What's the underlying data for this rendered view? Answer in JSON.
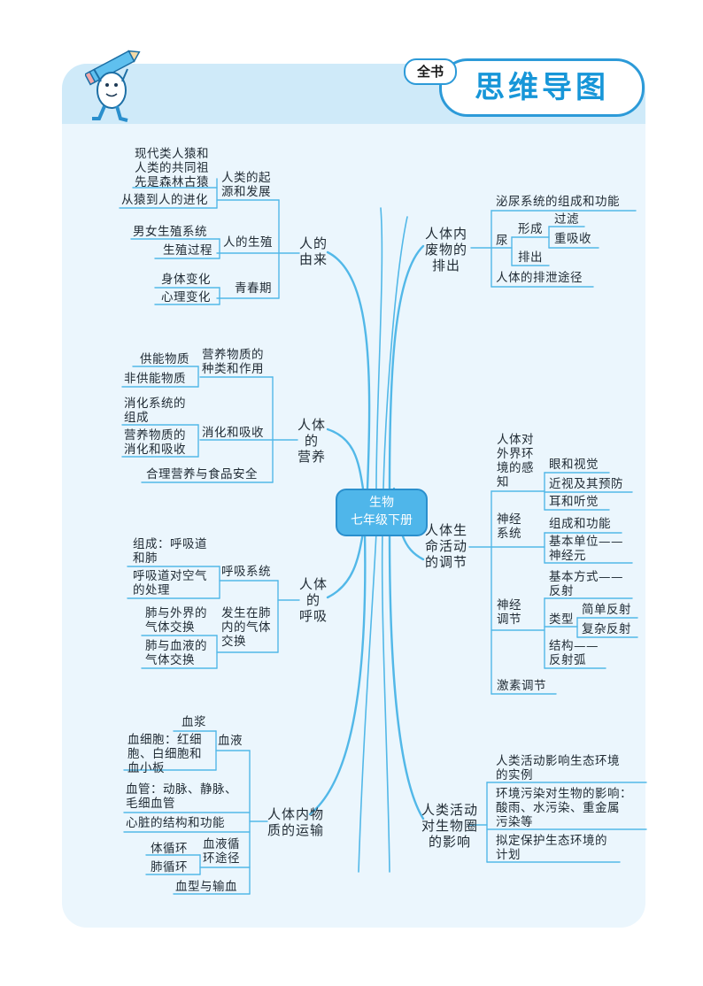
{
  "header": {
    "badge": "全书",
    "title": "思维导图"
  },
  "center": {
    "line1": "生物",
    "line2": "七年级下册"
  },
  "left": {
    "origin": {
      "title": "人的\n由来",
      "b1": "人类的起\n源和发展",
      "b1_l1": "现代类人猿和\n人类的共同祖\n先是森林古猿",
      "b1_l2": "从猿到人的进化",
      "b2": "人的生殖",
      "b2_l1": "男女生殖系统",
      "b2_l2": "生殖过程",
      "b3": "青春期",
      "b3_l1": "身体变化",
      "b3_l2": "心理变化"
    },
    "nutrition": {
      "title": "人体\n的\n营养",
      "b1": "营养物质的\n种类和作用",
      "b1_l1": "供能物质",
      "b1_l2": "非供能物质",
      "b2": "消化和吸收",
      "b2_l1": "消化系统的\n组成",
      "b2_l2": "营养物质的\n消化和吸收",
      "b3": "合理营养与食品安全"
    },
    "respiration": {
      "title": "人体\n的\n呼吸",
      "b1": "呼吸系统",
      "b1_l1": "组成：呼吸道\n和肺",
      "b1_l2": "呼吸道对空气\n的处理",
      "b2": "发生在肺\n内的气体\n交换",
      "b2_l1": "肺与外界的\n气体交换",
      "b2_l2": "肺与血液的\n气体交换"
    },
    "transport": {
      "title": "人体内物\n质的运输",
      "b1": "血液",
      "b1_l1": "血浆",
      "b1_l2": "血细胞：红细\n胞、白细胞和\n血小板",
      "b2": "血管：动脉、静脉、\n毛细血管",
      "b3": "心脏的结构和功能",
      "b4": "血液循\n环途径",
      "b4_l1": "体循环",
      "b4_l2": "肺循环",
      "b5": "血型与输血"
    }
  },
  "right": {
    "excretion": {
      "title": "人体内\n废物的\n排出",
      "b1": "泌尿系统的组成和功能",
      "b2": "尿",
      "b2_a": "形成",
      "b2_a1": "过滤",
      "b2_a2": "重吸收",
      "b2_b": "排出",
      "b3": "人体的排泄途径"
    },
    "regulation": {
      "title": "人体生\n命活动\n的调节",
      "b1": "人体对\n外界环\n境的感\n知",
      "b1_l1": "眼和视觉",
      "b1_l2": "近视及其预防",
      "b1_l3": "耳和听觉",
      "b2": "神经\n系统",
      "b2_l1": "组成和功能",
      "b2_l2": "基本单位——\n神经元",
      "b3": "神经\n调节",
      "b3_l1": "基本方式——\n反射",
      "b3_l2": "类型",
      "b3_l2a": "简单反射",
      "b3_l2b": "复杂反射",
      "b3_l3": "结构——\n反射弧",
      "b4": "激素调节"
    },
    "ecology": {
      "title": "人类活动\n对生物圈\n的影响",
      "b1": "人类活动影响生态环境\n的实例",
      "b2": "环境污染对生物的影响：\n酸雨、水污染、重金属\n污染等",
      "b3": "拟定保护生态环境的\n计划"
    }
  },
  "colors": {
    "line": "#52b8e8",
    "card": "#ebf6fd",
    "band": "#cfeaf9",
    "accent": "#1796d8"
  }
}
